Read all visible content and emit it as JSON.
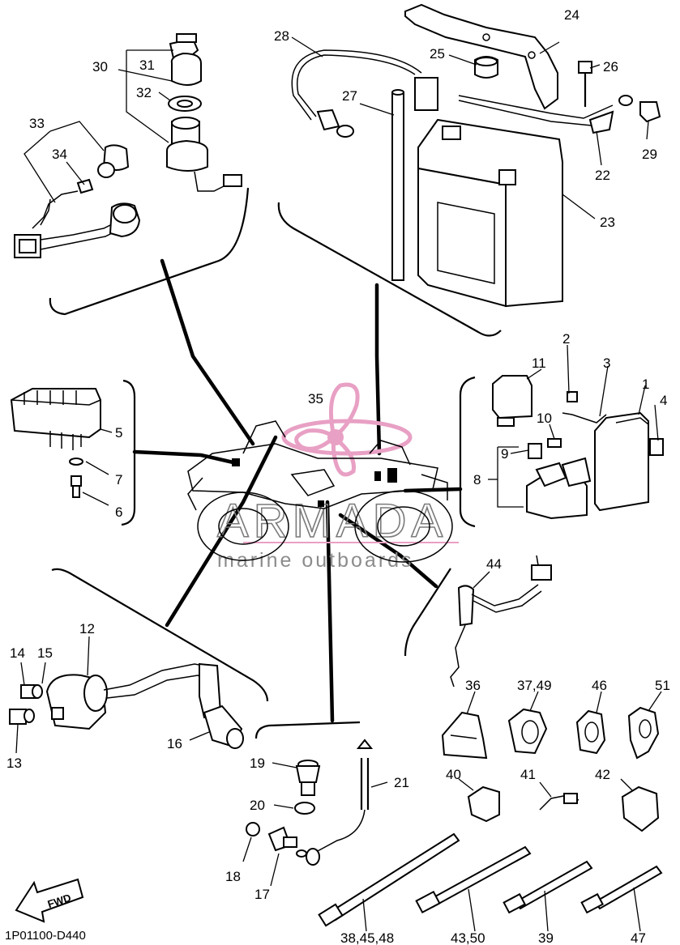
{
  "diagram_code": "1P01100-D440",
  "watermark": {
    "brand": "ARMADA",
    "tagline": "marine outboards"
  },
  "fwd_label": "FWD",
  "colors": {
    "line": "#000000",
    "watermark_pink": "#e8a0c4",
    "watermark_gray": "#7a7a7a"
  },
  "labels": {
    "p1": "1",
    "p2": "2",
    "p3": "3",
    "p4": "4",
    "p5": "5",
    "p6": "6",
    "p7": "7",
    "p8": "8",
    "p9": "9",
    "p10": "10",
    "p11": "11",
    "p12": "12",
    "p13": "13",
    "p14": "14",
    "p15": "15",
    "p16": "16",
    "p17": "17",
    "p18": "18",
    "p19": "19",
    "p20": "20",
    "p21": "21",
    "p22": "22",
    "p23": "23",
    "p24": "24",
    "p25": "25",
    "p26": "26",
    "p27": "27",
    "p28": "28",
    "p29": "29",
    "p30": "30",
    "p31": "31",
    "p32": "32",
    "p33": "33",
    "p34": "34",
    "p35": "35",
    "p36": "36",
    "p37_49": "37,49",
    "p39": "39",
    "p40": "40",
    "p41": "41",
    "p42": "42",
    "p38_45_48": "38,45,48",
    "p43_50": "43,50",
    "p44": "44",
    "p46": "46",
    "p47": "47",
    "p51": "51"
  }
}
